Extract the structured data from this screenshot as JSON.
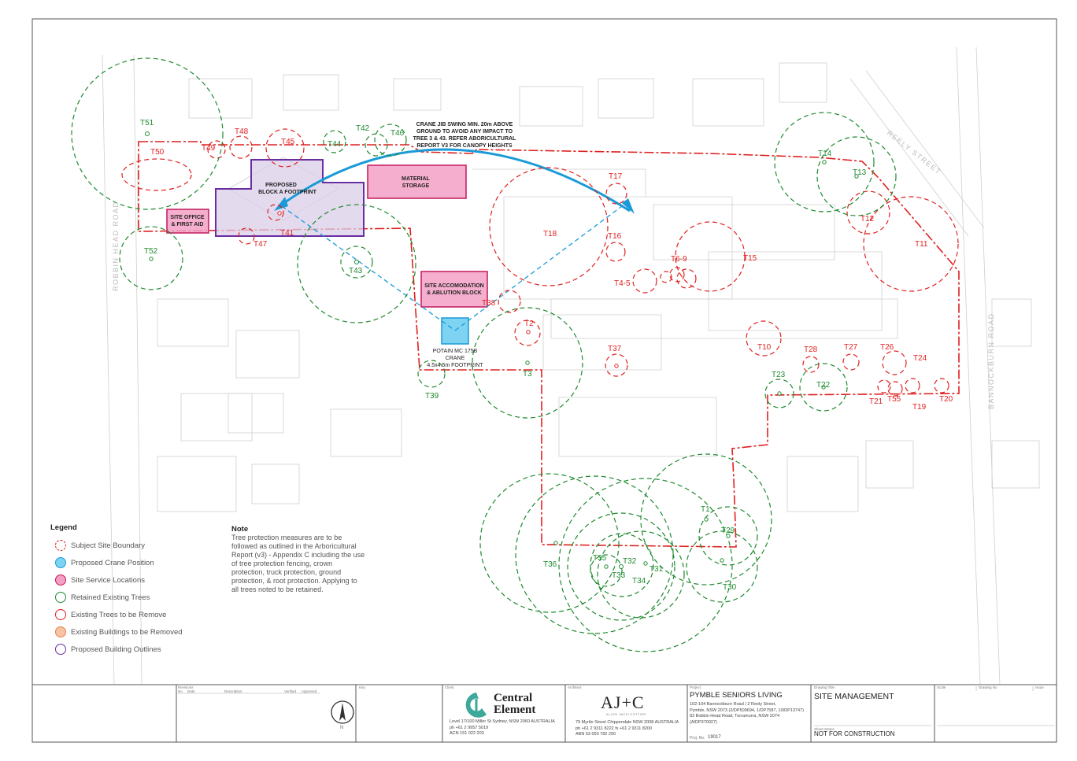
{
  "legend": {
    "title": "Legend",
    "items": [
      {
        "label": "Subject Site Boundary",
        "stroke": "#e02020",
        "fill": "none",
        "dashed": true
      },
      {
        "label": "Proposed Crane Position",
        "stroke": "#1a9bd7",
        "fill": "#7fd3f2",
        "dashed": false
      },
      {
        "label": "Site Service Locations",
        "stroke": "#c2185b",
        "fill": "#f3a0c4",
        "dashed": false
      },
      {
        "label": "Retained Existing Trees",
        "stroke": "#1e8a2e",
        "fill": "none",
        "dashed": false
      },
      {
        "label": "Existing Trees to be Remove",
        "stroke": "#e02020",
        "fill": "none",
        "dashed": false
      },
      {
        "label": "Existing Buildings to be Removed",
        "stroke": "#e8824a",
        "fill": "#f6c4a4",
        "dashed": false
      },
      {
        "label": "Proposed Building Outlines",
        "stroke": "#6a2ea0",
        "fill": "none",
        "dashed": false
      }
    ]
  },
  "note": {
    "title": "Note",
    "text": "Tree protection measures are to be followed as outlined in the Arboricultural Report (v3) - Appendix C including the use of tree protection fencing, crown protection, truck protection, ground protection, & root protection. Applying to all trees noted to be retained."
  },
  "blocks": {
    "block_a": [
      "PROPOSED",
      "BLOCK A FOOTPRINT"
    ],
    "material": [
      "MATERIAL",
      "STORAGE"
    ],
    "site_office": [
      "SITE OFFICE",
      "& FIRST AID"
    ],
    "accommodation": [
      "SITE ACCOMODATION",
      "& ABLUTION BLOCK"
    ],
    "crane": [
      "POTAIN MC 175B",
      "CRANE",
      "4.5x4.5m FOOTPRINT"
    ]
  },
  "crane_note": [
    "CRANE JIB SWING MIN. 20m ABOVE",
    "GROUND TO AVOID ANY IMPACT TO",
    "TREE 3 & 43. REFER ABORICULTURAL",
    "REPORT V3 FOR CANOPY HEIGHTS"
  ],
  "streets": {
    "left": "ROBBIN HEAD ROAD",
    "top_right": "REELY STREET",
    "right": "BANNOCKBURN ROAD"
  },
  "trees_retained": [
    "T51",
    "T52",
    "T44",
    "T42",
    "T46",
    "T43",
    "T3",
    "T39",
    "T14",
    "T13",
    "T23",
    "T22",
    "T1",
    "T29",
    "T36",
    "T35",
    "T32",
    "T33",
    "T34",
    "T31",
    "T30"
  ],
  "trees_removed": [
    "T48",
    "T49",
    "T50",
    "T45",
    "T41",
    "T47",
    "T17",
    "T18",
    "T16",
    "T2",
    "T38",
    "T37",
    "T4-5",
    "T6-9",
    "T15",
    "T10",
    "T28",
    "T27",
    "T26",
    "T24",
    "T21",
    "T55",
    "T19",
    "T20",
    "T12",
    "T11"
  ],
  "title_block": {
    "revisions_label": "Revisions",
    "no_label": "No",
    "date_label": "Date",
    "description_label": "Description",
    "verified_label": "Verified",
    "approved_label": "Approved",
    "key_label": "Key",
    "north_label": "N",
    "client_label": "Client",
    "client_name": [
      "Central",
      "Element"
    ],
    "client_address": [
      "Level 17/100 Miller St Sydney, NSW 2060 AUSTRALIA",
      "ph +61 2 9957 5019",
      "ACN 151 022 203"
    ],
    "architect_label": "Architect",
    "architect_name": "AJ+C",
    "architect_sub": "ALLEN JACK+COTTIER",
    "architect_address": [
      "79 Myrtle Street Chippendale NSW 2008 AUSTRALIA",
      "ph +61 2 9311 8222 fx +61 2 9311 8200",
      "ABN 53 003 782 250"
    ],
    "project_label": "Project",
    "project_name": "PYMBLE SENIORS LIVING",
    "project_address": [
      "102-104 Bannockburn Road / 2 Reely Street,",
      "Pymble, NSW 2073 (2/DP509694, 1/DP7587, 10/DP13747)",
      "83 Bobbin Head Road, Turramurra, NSW 2074",
      "(A/DP370027)"
    ],
    "proj_no_label": "Proj. No.",
    "proj_no": "19017",
    "drawing_title_label": "Drawing Title",
    "drawing_title": "SITE MANAGEMENT",
    "sheet_status_label": "Sheet Status",
    "sheet_status": "NOT FOR CONSTRUCTION",
    "scale_label": "Scale",
    "drawing_no_label": "Drawing No",
    "issue_label": "Issue"
  },
  "colors": {
    "boundary": "#e02020",
    "retained": "#1e8a2e",
    "removed": "#e02020",
    "crane": "#1a9bd7",
    "service": "#c2185b",
    "building": "#6a2ea0"
  }
}
